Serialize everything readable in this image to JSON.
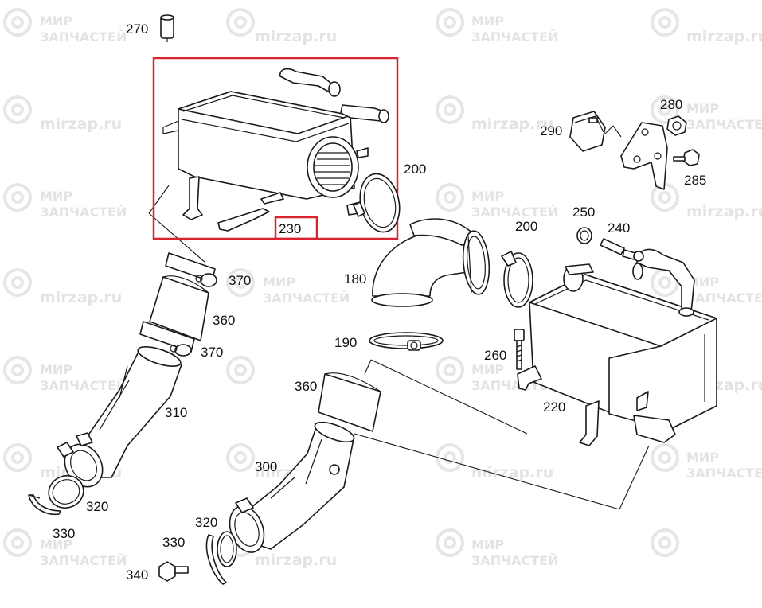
{
  "watermark": {
    "line1": "МИР",
    "line2": "ЗАПЧАСТЕЙ",
    "site": "mirzap.ru"
  },
  "highlight": {
    "label": "230",
    "color": "#d9232e"
  },
  "labels": {
    "p270": "270",
    "p200a": "200",
    "p290": "290",
    "p280": "280",
    "p285": "285",
    "p250": "250",
    "p240": "240",
    "p200b": "200",
    "p180": "180",
    "p370a": "370",
    "p360a": "360",
    "p370b": "370",
    "p190": "190",
    "p260": "260",
    "p360b": "360",
    "p310": "310",
    "p220": "220",
    "p300": "300",
    "p320a": "320",
    "p330a": "330",
    "p320b": "320",
    "p330b": "330",
    "p340": "340"
  }
}
